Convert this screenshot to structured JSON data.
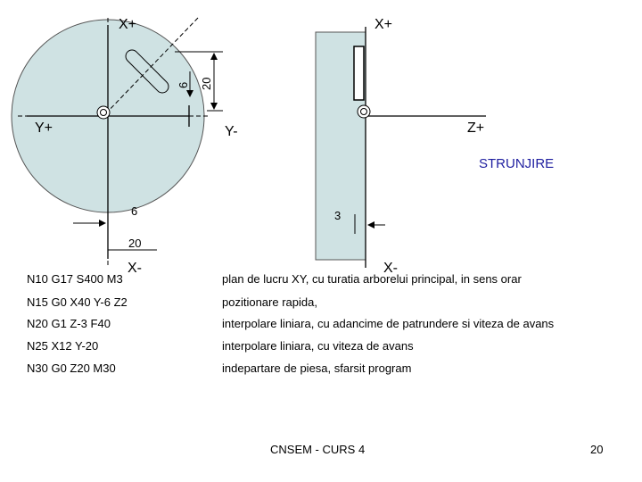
{
  "diagram": {
    "milling": {
      "axis_x_top": "X+",
      "axis_y_left": "Y+",
      "axis_y_right": "Y-",
      "axis_x_bottom": "X-",
      "dim_slot_width": "6",
      "dim_slot_offset": "20",
      "dim_radial_depth": "6",
      "dim_radial_offset": "20"
    },
    "turning": {
      "axis_x_top": "X+",
      "axis_z_right": "Z+",
      "axis_x_bottom": "X-",
      "dim_depth": "3",
      "title": "STRUNJIRE"
    }
  },
  "program": [
    {
      "code": "N10 G17 S400 M3",
      "description": "plan de lucru XY, cu turatia arborelui principal, in sens orar"
    },
    {
      "code": "N15 G0 X40 Y-6 Z2",
      "description": "pozitionare rapida,"
    },
    {
      "code": "N20 G1 Z-3 F40",
      "description": "interpolare liniara, cu adancime de patrundere si  viteza de avans"
    },
    {
      "code": "N25 X12 Y-20",
      "description": "interpolare liniara, cu viteza de avans"
    },
    {
      "code": "N30 G0 Z20 M30",
      "description": "indepartare de piesa, sfarsit program"
    }
  ],
  "footer": {
    "course": "CNSEM - CURS 4",
    "page_number": "20"
  },
  "colors": {
    "part_fill": "#cfe2e3",
    "title_blue": "#1f1fa0"
  }
}
